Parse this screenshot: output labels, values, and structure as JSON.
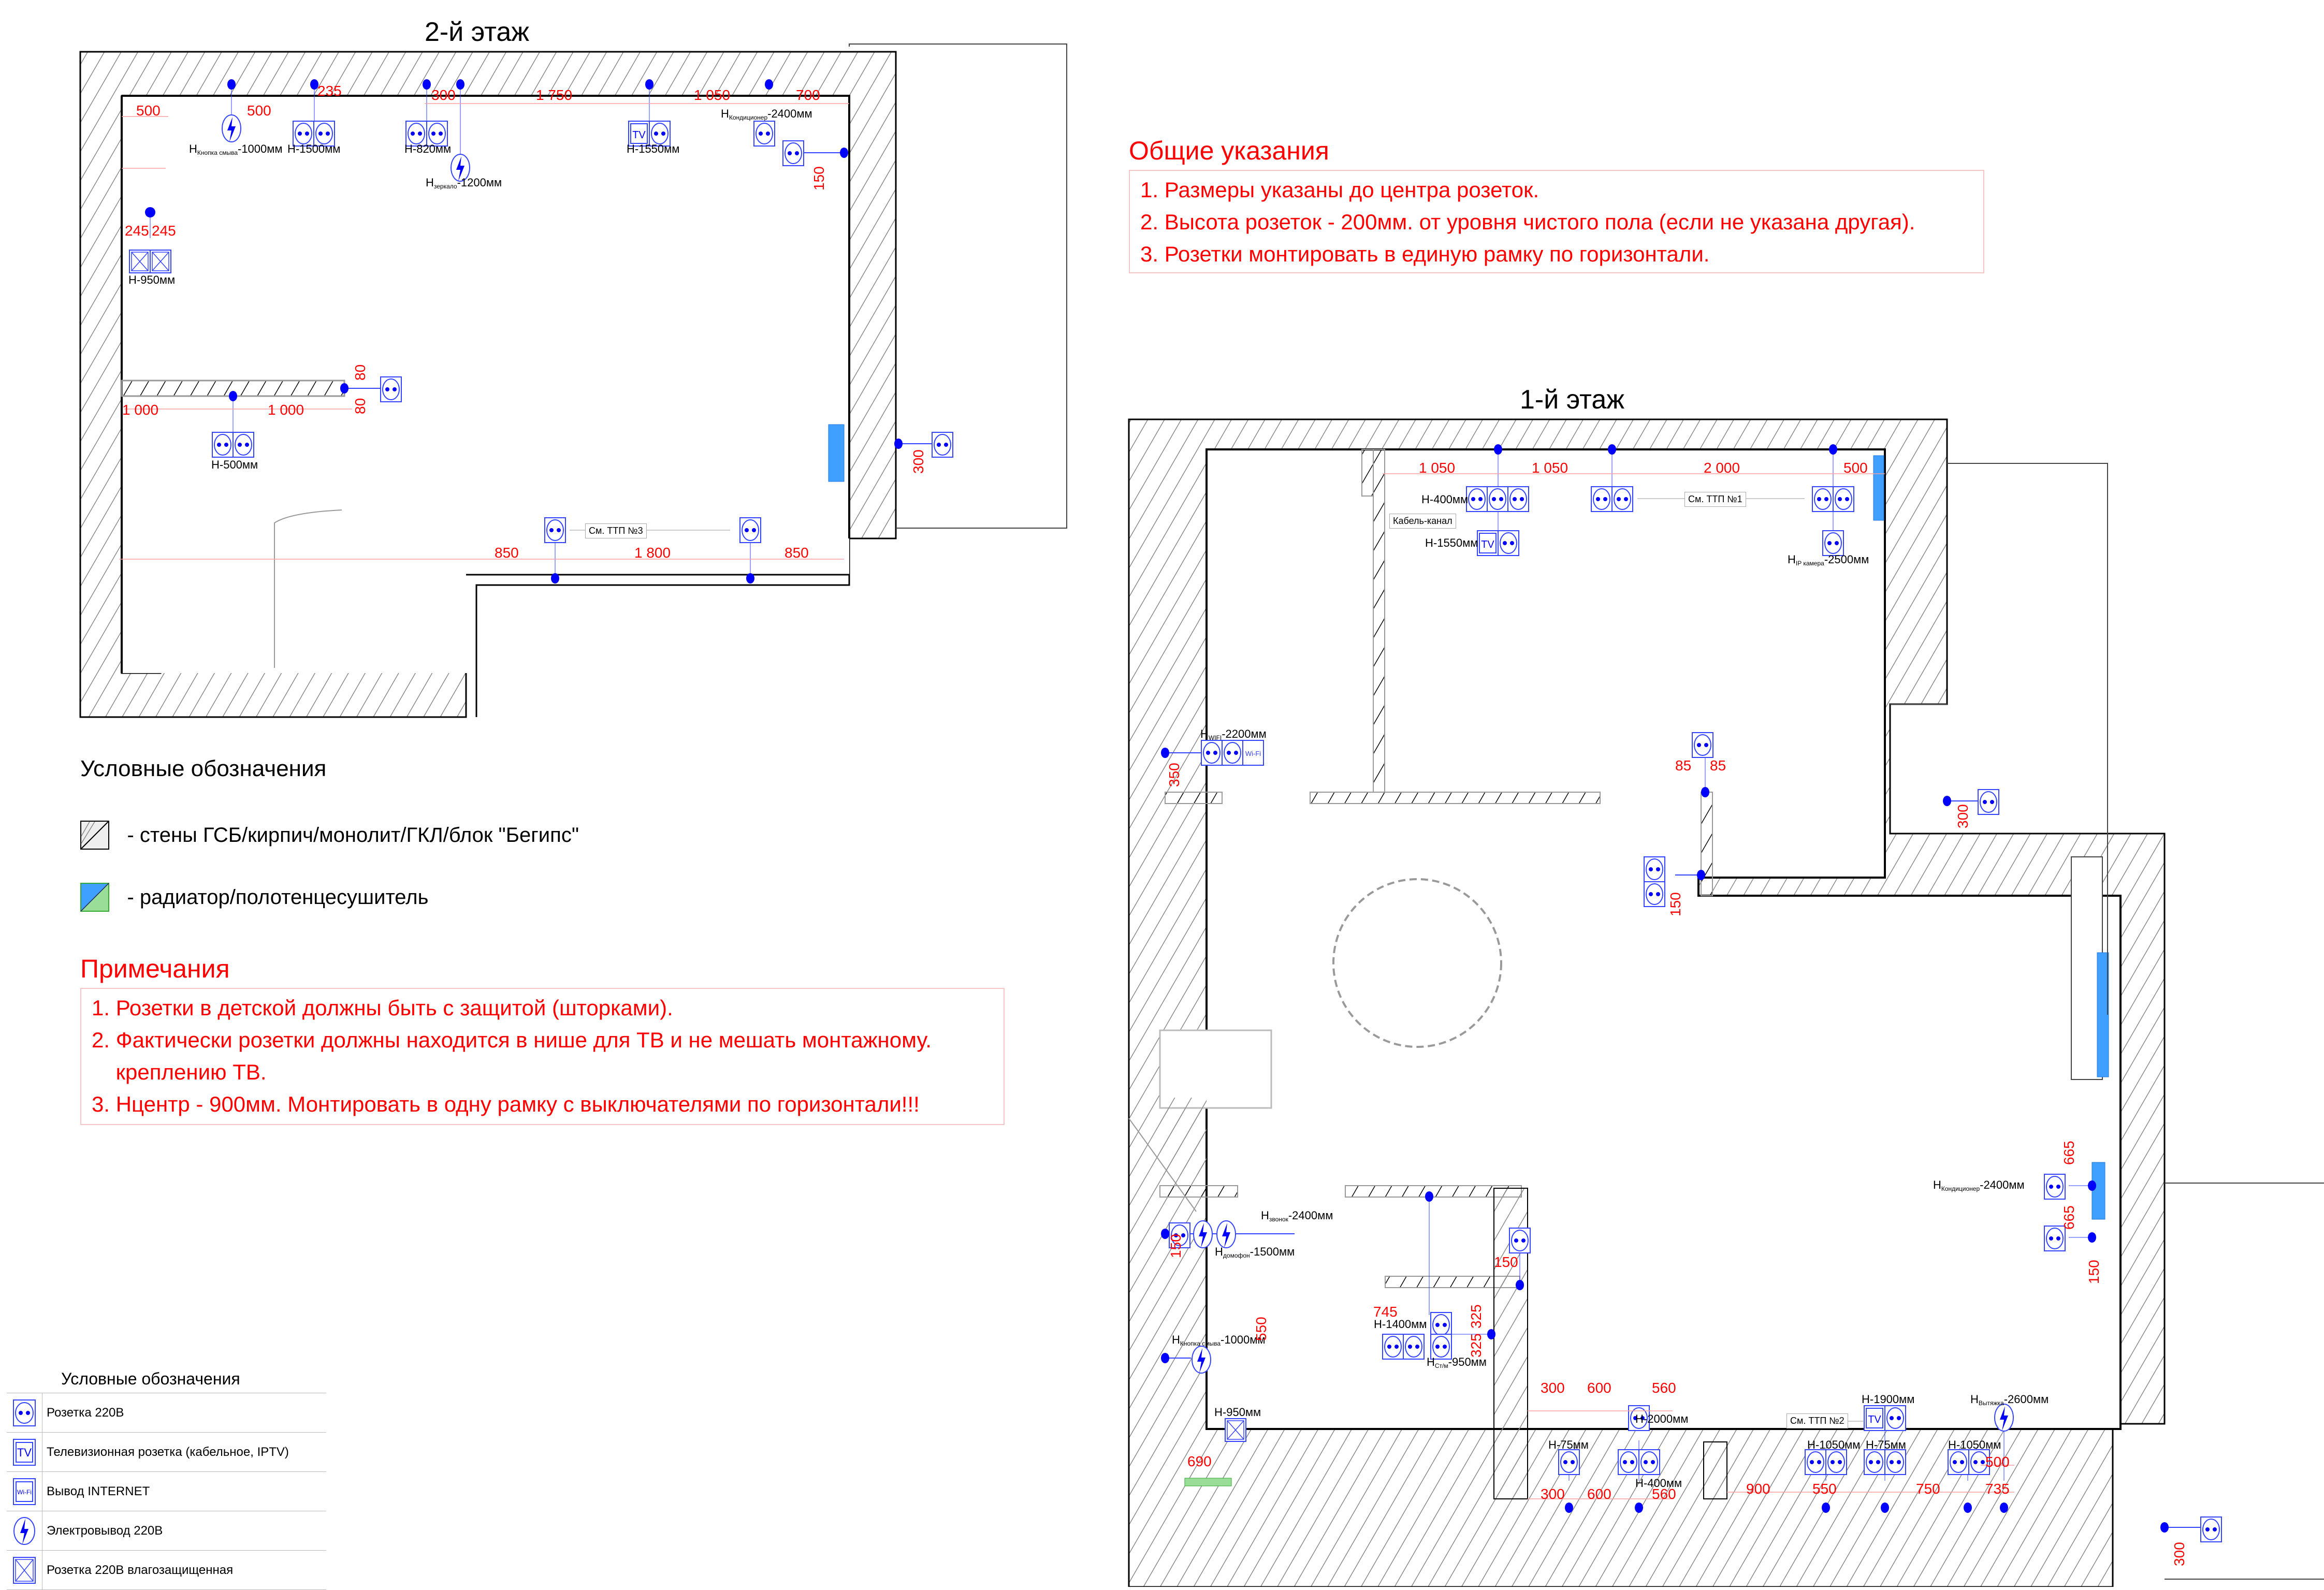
{
  "floor2": {
    "title": "2-й этаж",
    "labels": {
      "flush_button": {
        "main": "H",
        "sub": "Кнопка смыва",
        "value": "-1000мм"
      },
      "h1500": "H-1500мм",
      "h820": "H-820мм",
      "mirror": {
        "main": "H",
        "sub": "зеркало",
        "value": "-1200мм"
      },
      "h1550": "H-1550мм",
      "conditioner": {
        "main": "H",
        "sub": "Кондиционер",
        "value": "-2400мм"
      },
      "h950": "H-950мм",
      "h500": "H-500мм",
      "ttp3": "См. ТТП №3"
    },
    "dimensions": {
      "top_a": "500",
      "top_b": "500",
      "top_c": "235",
      "top_d": "300",
      "top_e": "1 750",
      "top_f": "1 050",
      "top_g": "700",
      "right_150": "150",
      "bath_l": "245",
      "bath_r": "245",
      "wall_l": "1 000",
      "wall_r": "1 000",
      "v80a": "80",
      "v80b": "80",
      "right_300": "300",
      "bottom_a": "850",
      "bottom_b": "1 800",
      "bottom_c": "850"
    }
  },
  "general_notes": {
    "title": "Общие указания",
    "items": [
      "1. Размеры указаны до центра розеток.",
      "2. Высота розеток  - 200мм. от уровня чистого пола (если не указана другая).",
      "3. Розетки монтировать в единую рамку по горизонтали."
    ]
  },
  "floor1": {
    "title": "1-й этаж",
    "labels": {
      "h400_top": "H-400мм",
      "cable_channel": "Кабель-канал",
      "h1550": "H-1550мм",
      "ttp1": "См. ТТП №1",
      "ip_camera": {
        "main": "H",
        "sub": "IP камера",
        "value": "-2500мм"
      },
      "wifi": {
        "main": "H",
        "sub": "WIFI",
        "value": "-2200мм"
      },
      "conditioner": {
        "main": "H",
        "sub": "Кондиционер",
        "value": "-2400мм"
      },
      "bell": {
        "main": "H",
        "sub": "звонок",
        "value": "-2400мм"
      },
      "intercom": {
        "main": "H",
        "sub": "домофон",
        "value": "-1500мм"
      },
      "flush_button": {
        "main": "H",
        "sub": "Кнопка смыва",
        "value": "-1000мм"
      },
      "h1400": "H-1400мм",
      "washer": {
        "main": "H",
        "sub": "Ст/м",
        "value": "-950мм"
      },
      "h950": "H-950мм",
      "h75a": "H-75мм",
      "h2000": "H-2000мм",
      "h400_bottom": "H-400мм",
      "ttp2": "См. ТТП №2",
      "h1900": "H-1900мм",
      "h1050a": "H-1050мм",
      "h75b": "H-75мм",
      "h1050b": "H-1050мм",
      "hood": {
        "main": "H",
        "sub": "Вытяжка",
        "value": "-2600мм"
      }
    },
    "dimensions": {
      "top_a": "1 050",
      "top_b": "1 050",
      "top_c": "2 000",
      "top_d": "500",
      "v350": "350",
      "d85a": "85",
      "d85b": "85",
      "v150_mid": "150",
      "right_300": "300",
      "v665a": "665",
      "v665b": "665",
      "v150_right": "150",
      "entry_150": "150",
      "v550": "550",
      "d745": "745",
      "v325a": "325",
      "v325b": "325",
      "top150": "150",
      "k300a": "300",
      "k600a": "600",
      "k560a": "560",
      "k300b": "300",
      "k600b": "600",
      "k560b": "560",
      "d690": "690",
      "b900": "900",
      "b550": "550",
      "b750": "750",
      "b735": "735",
      "b500": "500",
      "bottom_300": "300"
    }
  },
  "wall_legend": {
    "title": "Условные обозначения",
    "items": [
      {
        "icon": "hatched-wall-swatch",
        "text": "-  стены ГСБ/кирпич/монолит/ГКЛ/блок \"Бегипс\""
      },
      {
        "icon": "radiator-swatch",
        "text": "-  радиатор/полотенцесушитель"
      }
    ]
  },
  "remarks": {
    "title": "Примечания",
    "items": [
      "1. Розетки в детской должны быть с защитой (шторками).",
      "2. Фактически розетки должны находится в нише для ТВ и не мешать монтажному.",
      "    креплению ТВ.",
      "3. Hцентр - 900мм. Монтировать в одну рамку с выключателями по горизонтали!!!"
    ]
  },
  "symbol_legend": {
    "title": "Условные обозначения",
    "items": [
      {
        "icon": "socket-icon",
        "text": "Розетка 220В"
      },
      {
        "icon": "tv-socket-icon",
        "glyph": "TV",
        "text": "Телевизионная розетка (кабельное, IPTV)"
      },
      {
        "icon": "wifi-outlet-icon",
        "glyph": "Wi-Fi",
        "text": "Вывод INTERNET"
      },
      {
        "icon": "power-outlet-icon",
        "text": "Электровывод 220В"
      },
      {
        "icon": "waterproof-socket-icon",
        "text": "Розетка 220В влагозащищенная"
      }
    ]
  },
  "colors": {
    "dimension": "#ff0000",
    "symbol": "#0000ff",
    "radiator": "#3fa0ff",
    "towel_dryer": "#99dd99",
    "wall_hatch": "#888888"
  }
}
